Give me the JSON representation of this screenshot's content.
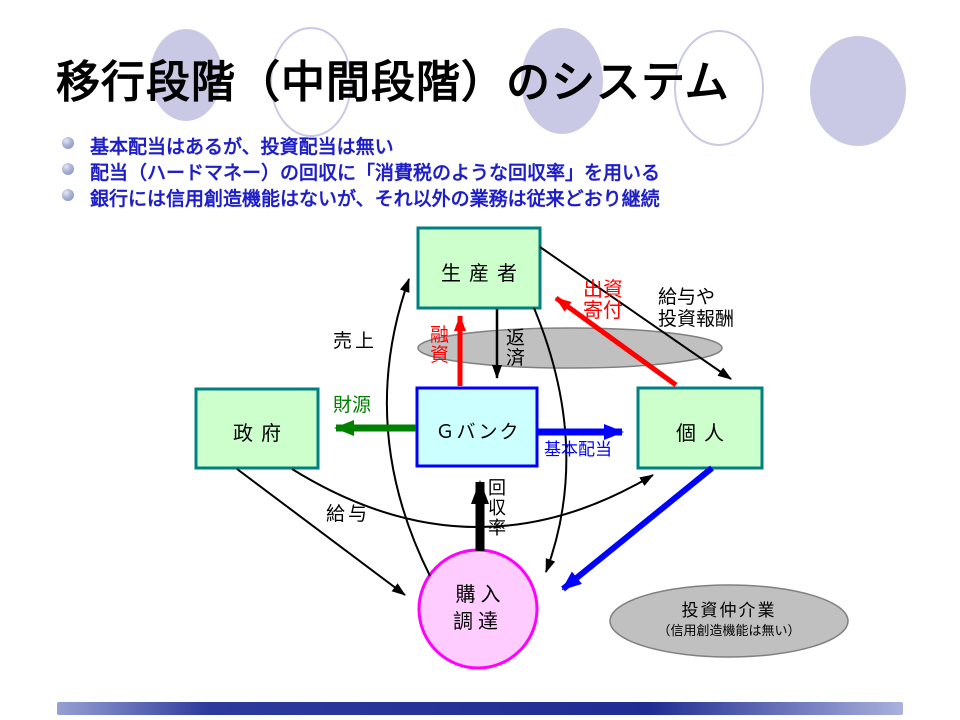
{
  "slide": {
    "title": "移行段階（中間段階）のシステム",
    "bullets": [
      "基本配当はあるが、投資配当は無い",
      "配当（ハードマネー）の回収に「消費税のような回収率」を用いる",
      "銀行には信用創造機能はないが、それ以外の業務は従来どおり継続"
    ]
  },
  "diagram": {
    "nodes": {
      "producer": "生産者",
      "government": "政府",
      "gbank": "Ｇバンク",
      "individual": "個人",
      "purchase": "購入\n調達",
      "intermediary_title": "投資仲介業",
      "intermediary_sub": "（信用創造機能は無い）"
    },
    "arrow_labels": {
      "sales": "売上",
      "loan": "融資",
      "repayment": "返済",
      "investment_donation": "出資\n寄付",
      "salary_and_investment_reward": "給与や\n投資報酬",
      "funding_source": "財源",
      "basic_dividend": "基本配当",
      "collection_rate": "回収率",
      "salary": "給与"
    },
    "colors": {
      "node_green_fill": "#CCFFCC",
      "node_green_border": "#008080",
      "gbank_fill": "#CCFFFF",
      "gbank_border": "#0000FF",
      "purchase_fill": "#FFCCFF",
      "purchase_border": "#FF00FF",
      "gray_ellipse_fill": "#C0C0C0",
      "gray_ellipse_border": "#808080",
      "arrow_red": "#FF0000",
      "arrow_green": "#008000",
      "arrow_blue": "#0000FF",
      "arrow_black": "#000000",
      "bullet_text_blue": "#1F1FC8",
      "deco_lavender": "#C9C9E6"
    }
  }
}
